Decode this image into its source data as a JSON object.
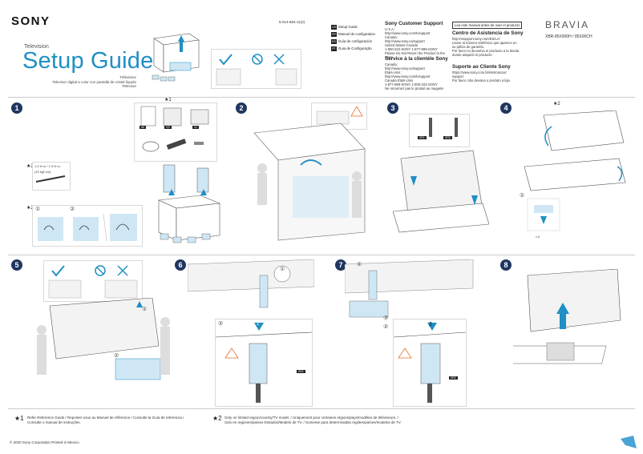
{
  "header": {
    "brand": "SONY",
    "category": "Television",
    "title": "Setup Guide",
    "subtitle_lines": [
      "Téléviseur",
      "Televisor digital a color con pantalla de cristal líquido",
      "Televisor"
    ],
    "doc_code": "5-014-664-11(2)",
    "product_brand": "BRAVIA",
    "models": "XBR-85X900H / 85X90CH",
    "warning_stamp": "Lea este manual antes de usar el producto"
  },
  "languages": [
    {
      "code": "US",
      "label": "Setup Guide"
    },
    {
      "code": "FR",
      "label": "Manuel de configuration"
    },
    {
      "code": "ES",
      "label": "Guía de configuración"
    },
    {
      "code": "PT",
      "label": "Guia de Configuração"
    }
  ],
  "support": {
    "us": {
      "title": "Sony Customer Support",
      "lines": [
        "U.S.A.:",
        "http://www.sony.com/tvsupport",
        "Canada:",
        "http://www.sony.ca/support",
        "United States    Canada",
        "1-800-222-SONY    1-877-899-SONY",
        "Please Do Not Return the Product to the Store"
      ]
    },
    "ca": {
      "title": "Service à la clientèle Sony",
      "lines": [
        "Canada:",
        "http://www.sony.ca/support",
        "États-Unis :",
        "http://www.sony.com/tvsupport",
        "Canada    États-Unis",
        "1-877-899-SONY    1-800-222-SONY",
        "Ne retournez pas le produit au magasin"
      ]
    },
    "es": {
      "title": "Centro de Asistencia de Sony",
      "lines": [
        "http://esupport.sony.com/ES/LA/",
        "Llame al número telefónico que aparece en",
        "su póliza de garantía.",
        "Por favor no devuelva el producto a la tienda",
        "donde adquirió el producto"
      ]
    },
    "pt": {
      "title": "Suporte ao Cliente Sony",
      "lines": [
        "https://www.sony.com.br/eletronicos/",
        "support",
        "Por favor, não devolva o produto à loja"
      ]
    }
  },
  "steps": [
    "1",
    "2",
    "3",
    "4",
    "5",
    "6",
    "7",
    "8"
  ],
  "labels": {
    "star1": "★1",
    "star2": "★2",
    "torque": "1.5 N·m / 1.5 N·m",
    "torque2": "{15 kgf·cm}",
    "box_a": "IM",
    "box_b": "VS",
    "box_c": "CL",
    "sr1": "SR1",
    "sr2": "SR2",
    "qty": "x 6",
    "c1": "①",
    "c2": "②",
    "c3": "③",
    "n1": "1",
    "n2": "2"
  },
  "footer": {
    "note1_mark": "★1",
    "note1": "Refer Reference Guide / Reportez-vous au Manuel de référence / Consulte la Guía de referencia / Consulte o manual de instruções.",
    "note2_mark": "★2",
    "note2": "Only on limited region/country/TV model. / Uniquement pour certaines régions/pays/modèles de téléviseurs. / Solo en regiones/países limitados/Modelo de TV. / Somente para determinadas regiões/países/modelos de TV.",
    "copyright": "© 2020 Sony Corporation   Printed in Mexico"
  }
}
